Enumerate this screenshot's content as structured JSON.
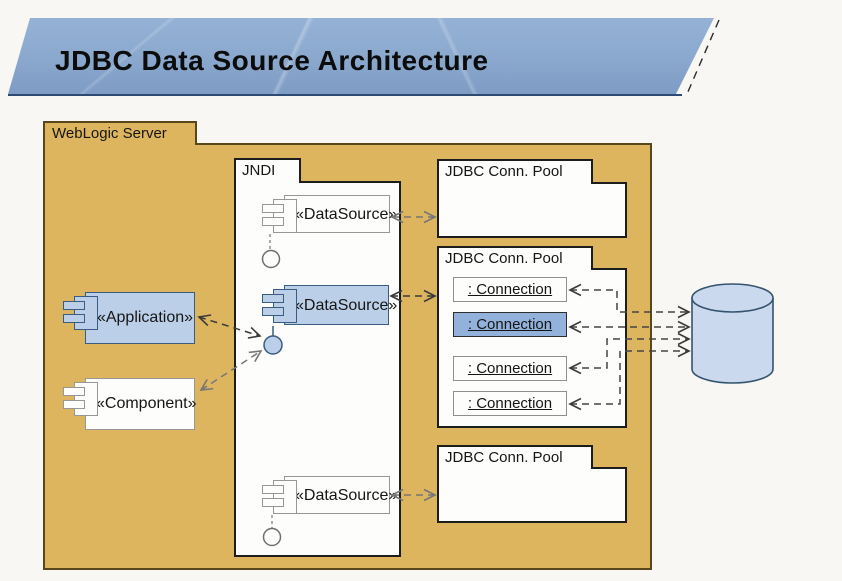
{
  "title": "JDBC Data Source Architecture",
  "weblogic_server": {
    "label": "WebLogic Server"
  },
  "jndi": {
    "label": "JNDI"
  },
  "nodes": {
    "datasource_top": {
      "label": "«DataSource»"
    },
    "datasource_middle": {
      "label": "«DataSource»",
      "highlighted": true
    },
    "datasource_bottom": {
      "label": "«DataSource»"
    },
    "application": {
      "label": "«Application»",
      "highlighted": true
    },
    "component": {
      "label": "«Component»"
    }
  },
  "pools": {
    "top": {
      "label": "JDBC Conn. Pool",
      "connections": []
    },
    "middle": {
      "label": "JDBC Conn. Pool",
      "connections": [
        {
          "label": ": Connection",
          "highlighted": false
        },
        {
          "label": ": Connection",
          "highlighted": true
        },
        {
          "label": ": Connection",
          "highlighted": false
        },
        {
          "label": ": Connection",
          "highlighted": false
        }
      ]
    },
    "bottom": {
      "label": "JDBC Conn. Pool",
      "connections": []
    }
  },
  "database": {
    "shape": "cylinder"
  },
  "colors": {
    "banner_fill": "#8CABD0",
    "banner_underline": "#2C4A72",
    "server_fill": "#DDB55F",
    "server_border": "#57471A",
    "node_blue_fill": "#BCCFE8",
    "node_blue_border": "#3A5C80",
    "connection_highlight_fill": "#92B2DC",
    "cylinder_fill": "#CBD9EE",
    "cylinder_border": "#33536F",
    "arrow_dark": "#3A3A3A",
    "arrow_gray": "#767676"
  }
}
